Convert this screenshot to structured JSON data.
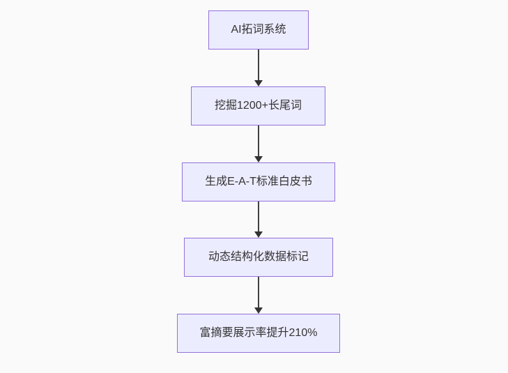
{
  "diagram": {
    "type": "flowchart",
    "direction": "top-down",
    "nodes": [
      {
        "id": "node1",
        "label": "AI拓词系统"
      },
      {
        "id": "node2",
        "label": "挖掘1200+长尾词"
      },
      {
        "id": "node3",
        "label": "生成E-A-T标准白皮书"
      },
      {
        "id": "node4",
        "label": "动态结构化数据标记"
      },
      {
        "id": "node5",
        "label": "富摘要展示率提升210%"
      }
    ],
    "edges": [
      {
        "from": "node1",
        "to": "node2",
        "style": "arrow-down"
      },
      {
        "from": "node2",
        "to": "node3",
        "style": "arrow-down"
      },
      {
        "from": "node3",
        "to": "node4",
        "style": "arrow-down"
      },
      {
        "from": "node4",
        "to": "node5",
        "style": "arrow-down"
      }
    ],
    "colors": {
      "node_fill": "#ECECFF",
      "node_border": "#9370DB",
      "text": "#333333",
      "arrow": "#333333",
      "background": "#fafafa"
    }
  }
}
